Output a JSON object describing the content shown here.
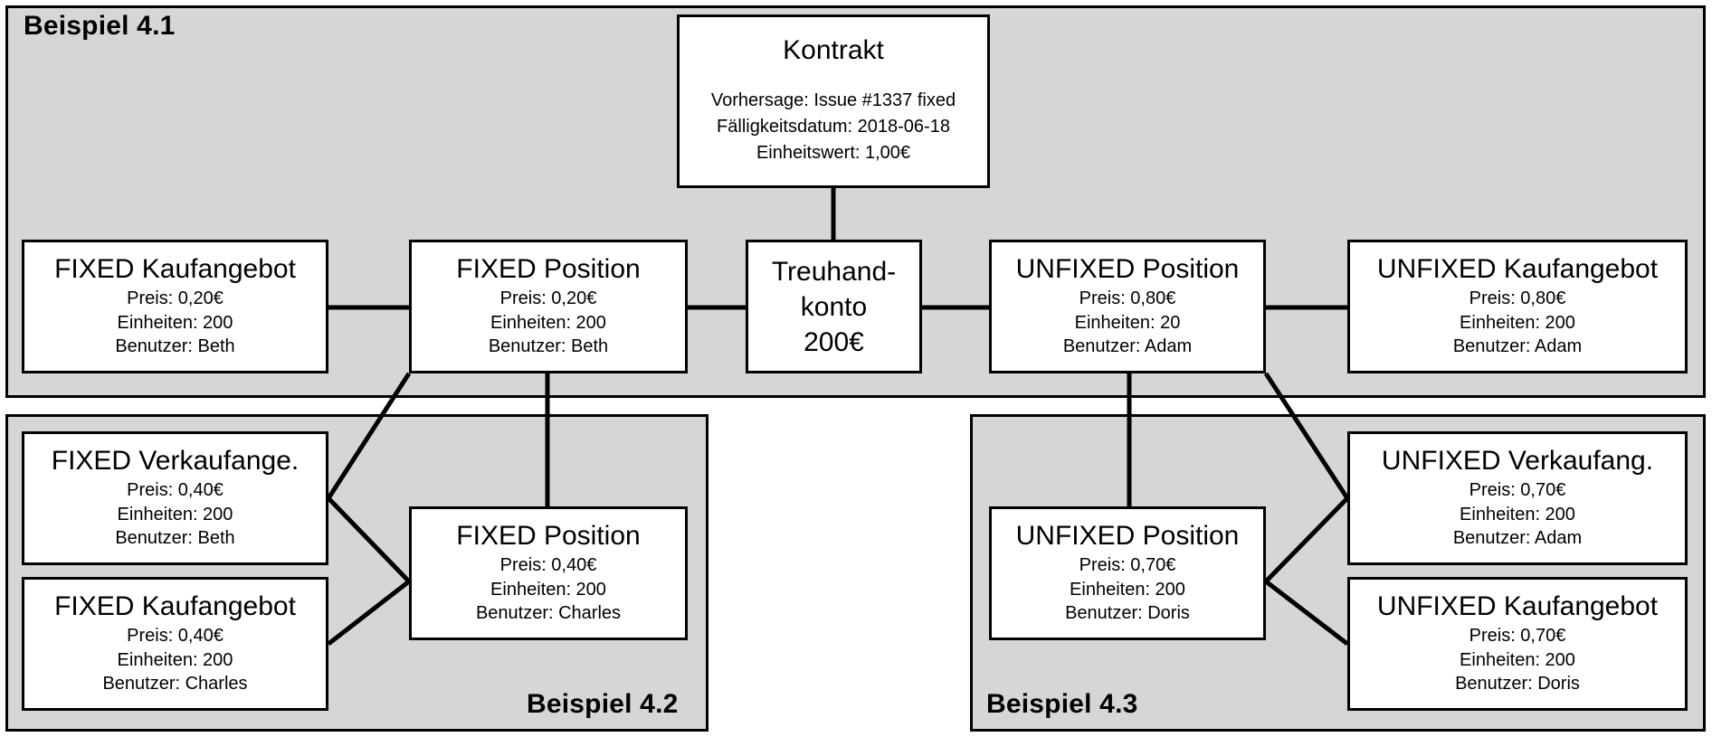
{
  "panels": [
    {
      "id": "beispiel-41",
      "label": "Beispiel 4.1"
    },
    {
      "id": "beispiel-42",
      "label": "Beispiel 4.2"
    },
    {
      "id": "beispiel-43",
      "label": "Beispiel 4.3"
    }
  ],
  "nodes": {
    "contract": {
      "title": "Kontrakt",
      "l1": "Vorhersage: Issue #1337 fixed",
      "l2": "Fälligkeitsdatum: 2018-06-18",
      "l3": "Einheitswert: 1,00€"
    },
    "fixed_buy_top": {
      "title": "FIXED Kaufangebot",
      "l1": "Preis: 0,20€",
      "l2": "Einheiten: 200",
      "l3": "Benutzer: Beth"
    },
    "fixed_pos_top": {
      "title": "FIXED Position",
      "l1": "Preis: 0,20€",
      "l2": "Einheiten: 200",
      "l3": "Benutzer: Beth"
    },
    "escrow": {
      "l1": "Treuhand-",
      "l2": "konto",
      "l3": "200€"
    },
    "unfixed_pos_top": {
      "title": "UNFIXED Position",
      "l1": "Preis: 0,80€",
      "l2": "Einheiten: 20",
      "l3": "Benutzer: Adam"
    },
    "unfixed_buy_top": {
      "title": "UNFIXED Kaufangebot",
      "l1": "Preis: 0,80€",
      "l2": "Einheiten: 200",
      "l3": "Benutzer: Adam"
    },
    "fixed_sell_42": {
      "title": "FIXED Verkaufange.",
      "l1": "Preis: 0,40€",
      "l2": "Einheiten: 200",
      "l3": "Benutzer: Beth"
    },
    "fixed_buy_42": {
      "title": "FIXED Kaufangebot",
      "l1": "Preis: 0,40€",
      "l2": "Einheiten: 200",
      "l3": "Benutzer: Charles"
    },
    "fixed_pos_42": {
      "title": "FIXED Position",
      "l1": "Preis: 0,40€",
      "l2": "Einheiten: 200",
      "l3": "Benutzer: Charles"
    },
    "unfixed_pos_43": {
      "title": "UNFIXED Position",
      "l1": "Preis: 0,70€",
      "l2": "Einheiten: 200",
      "l3": "Benutzer: Doris"
    },
    "unfixed_sell_43": {
      "title": "UNFIXED Verkaufang.",
      "l1": "Preis: 0,70€",
      "l2": "Einheiten: 200",
      "l3": "Benutzer: Adam"
    },
    "unfixed_buy_43": {
      "title": "UNFIXED Kaufangebot",
      "l1": "Preis: 0,70€",
      "l2": "Einheiten: 200",
      "l3": "Benutzer: Doris"
    }
  },
  "colors": {
    "panel_fill": "#d6d6d6",
    "node_fill": "#ffffff",
    "stroke": "#000000"
  }
}
